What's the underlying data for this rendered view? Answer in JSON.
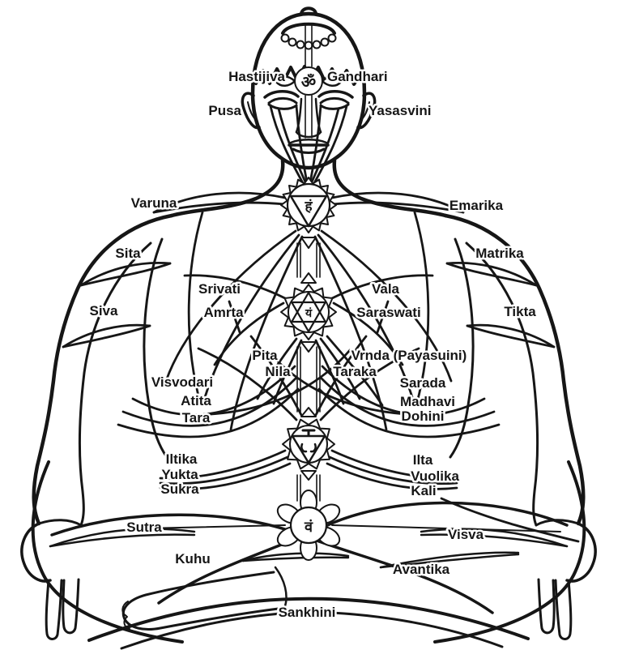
{
  "syllables": {
    "ajna": "ॐ",
    "vishuddha": "हं",
    "anahata": "यं",
    "svadhisthana": "वं"
  },
  "labels": {
    "hastijiva": "Hastijiva",
    "gandhari": "Gandhari",
    "pusa": "Pusa",
    "yasasvini": "Yasasvini",
    "varuna": "Varuna",
    "emarika": "Emarika",
    "sita": "Sita",
    "matrika": "Matrika",
    "siva": "Siva",
    "tikta": "Tikta",
    "srivati": "Srivati",
    "vala": "Vala",
    "amrta": "Amrta",
    "saraswati": "Saraswati",
    "pita": "Pita",
    "nila": "Nila",
    "vrnda": "Vrnda (Payasuini)",
    "taraka": "Taraka",
    "visvodari": "Visvodari",
    "atita": "Atita",
    "tara": "Tara",
    "sarada": "Sarada",
    "madhavi": "Madhavi",
    "dohini": "Dohini",
    "iltika": "Iltika",
    "yukta": "Yukta",
    "sukra": "Sukra",
    "ilta": "Ilta",
    "vuolika": "Vuolika",
    "kali": "Kali",
    "sutra": "Sutra",
    "visva": "Visva",
    "kuhu": "Kuhu",
    "avantika": "Avantika",
    "sankhini": "Sankhini"
  },
  "colors": {
    "ink": "#161616",
    "background": "#ffffff"
  }
}
